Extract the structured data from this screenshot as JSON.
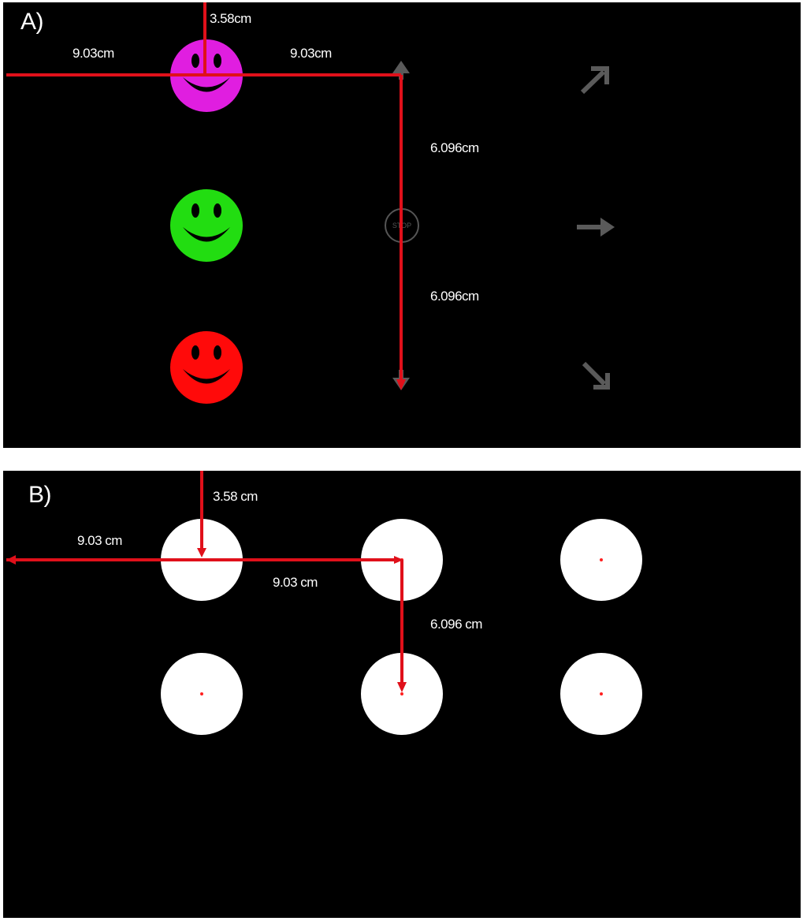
{
  "panel_a": {
    "label": "A)",
    "dimensions": {
      "top_offset": "3.58cm",
      "left_offset": "9.03cm",
      "horizontal_spacing": "9.03cm",
      "vertical_upper": "6.096cm",
      "vertical_lower": "6.096cm"
    },
    "stop_label": "STOP",
    "smiley_colors": [
      "#e01ee0",
      "#22dd11",
      "#ff0a0a"
    ],
    "arrow_color": "#5a5a5a",
    "measure_color": "#e0101a"
  },
  "panel_b": {
    "label": "B)",
    "dimensions": {
      "top_offset": "3.58 cm",
      "left_offset": "9.03 cm",
      "horizontal_spacing": "9.03 cm",
      "vertical_spacing": "6.096 cm"
    },
    "target_color": "#ffffff",
    "center_dot_color": "#ff2020"
  }
}
